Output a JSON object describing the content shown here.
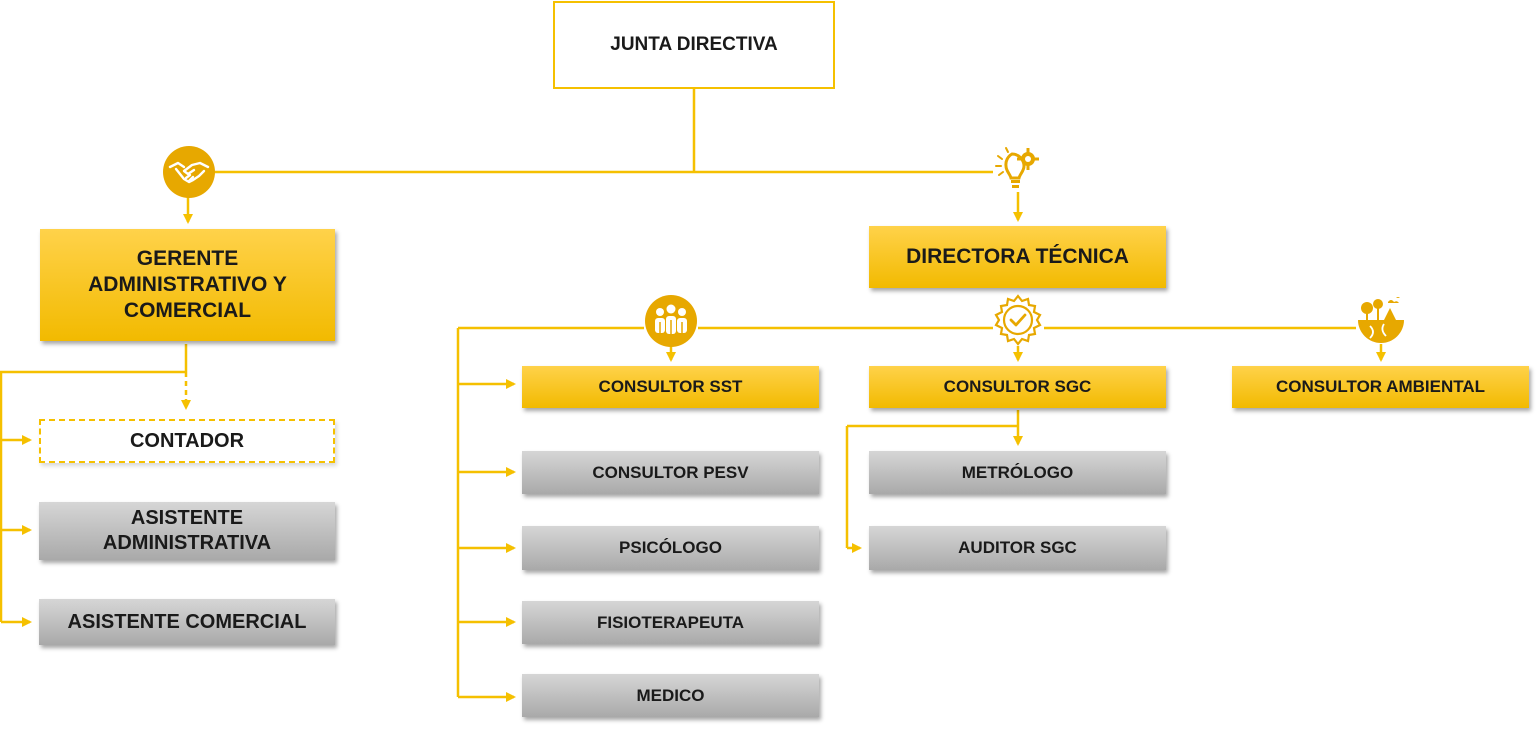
{
  "colors": {
    "accent": "#f5c000",
    "box_gold": "#f7c300",
    "box_gray": "#b8b8b8",
    "text": "#1a1a1a"
  },
  "nodes": {
    "junta": "JUNTA DIRECTIVA",
    "gerente": "GERENTE ADMINISTRATIVO Y COMERCIAL",
    "directora": "DIRECTORA TÉCNICA",
    "contador": "CONTADOR",
    "asistente_admin": "ASISTENTE ADMINISTRATIVA",
    "asistente_comercial": "ASISTENTE COMERCIAL",
    "consultor_sst": "CONSULTOR SST",
    "consultor_pesv": "CONSULTOR PESV",
    "psicologo": "PSICÓLOGO",
    "fisioterapeuta": "FISIOTERAPEUTA",
    "medico": "MEDICO",
    "consultor_sgc": "CONSULTOR SGC",
    "metrologo": "METRÓLOGO",
    "auditor_sgc": "AUDITOR SGC",
    "consultor_ambiental": "CONSULTOR AMBIENTAL"
  },
  "icons": {
    "gerente_branch": "handshake-icon",
    "directora_branch": "lightbulb-gear-icon",
    "sst_branch": "team-icon",
    "sgc_branch": "quality-check-icon",
    "ambiental_branch": "environment-icon"
  }
}
